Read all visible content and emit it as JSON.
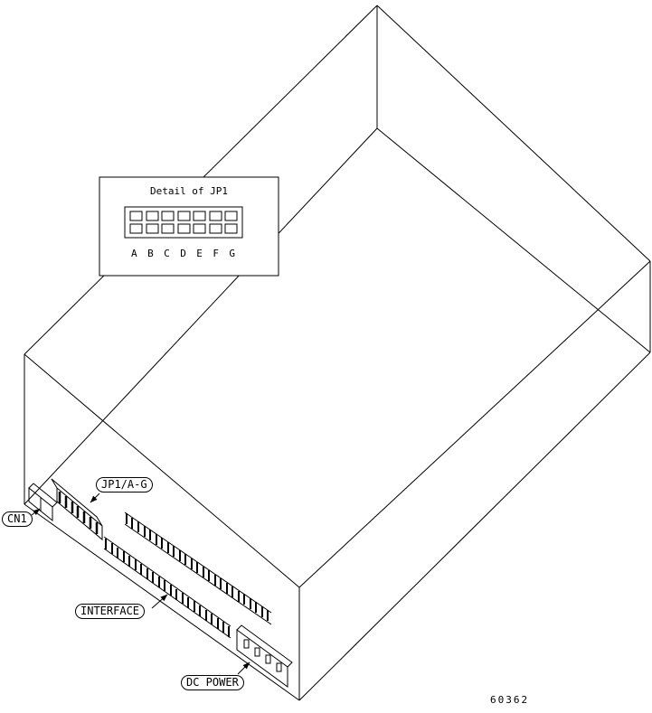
{
  "inset": {
    "title": "Detail of JP1",
    "jumper_letters": "A B C D E F G"
  },
  "callouts": {
    "cn1": "CN1",
    "jp1": "JP1/A-G",
    "interface": "INTERFACE",
    "dc_power": "DC POWER"
  },
  "figure_number": "60362",
  "colors": {
    "line": "#000000",
    "background": "#ffffff"
  }
}
